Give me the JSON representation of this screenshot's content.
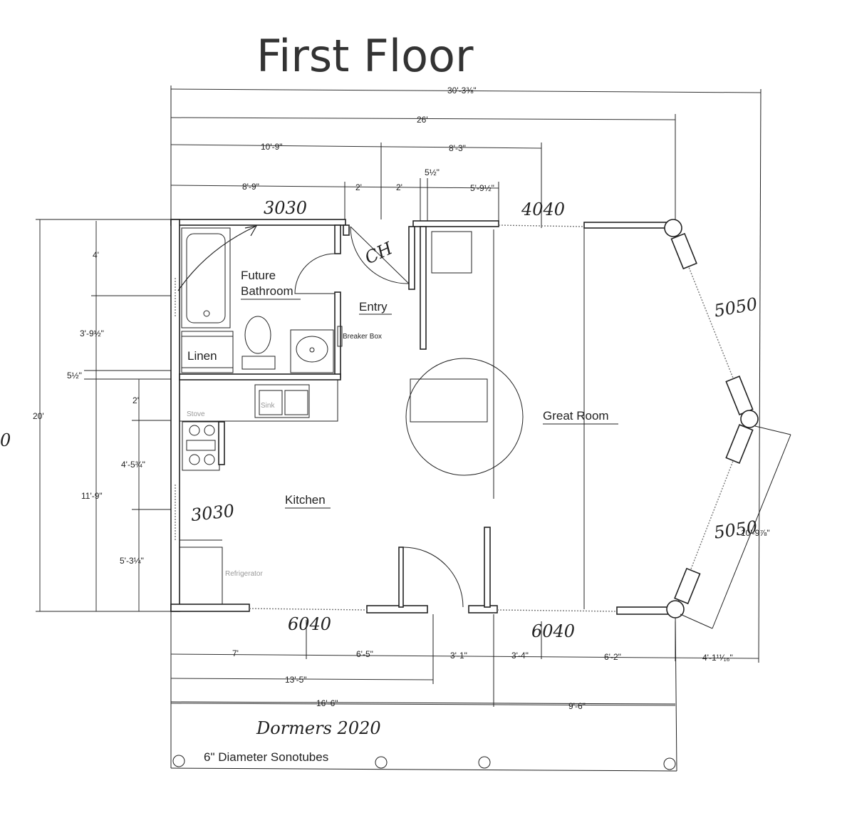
{
  "title": "First Floor",
  "dimensions": {
    "top": [
      "30'-3⅜\"",
      "26'",
      "10'-9\"",
      "8'-3\"",
      "5½\"",
      "8'-9\"",
      "2'",
      "2'",
      "5'-9½\""
    ],
    "left": [
      "4'",
      "3'-9½\"",
      "5½\"",
      "2'",
      "20'",
      "4'-5¾\"",
      "11'-9\"",
      "5'-3¼\""
    ],
    "bottom": [
      "7'",
      "6'-5\"",
      "3'-1\"",
      "3'-4\"",
      "6'-2\"",
      "4'-1¹¹⁄₁₆\"",
      "13'-5\"",
      "16'-6\"",
      "9'-6\""
    ],
    "right": "10'-9⅞\""
  },
  "rooms": {
    "future_bathroom_line1": "Future",
    "future_bathroom_line2": "Bathroom",
    "entry": "Entry",
    "breaker_box": "Breaker Box",
    "linen": "Linen",
    "great_room": "Great Room",
    "kitchen": "Kitchen",
    "stove": "Stove",
    "sink": "Sink",
    "refrigerator": "Refrigerator"
  },
  "handwritten": {
    "window_top_left": "3030",
    "window_top_right": "4040",
    "closet": "CH",
    "window_right_upper": "5050",
    "window_right_lower": "5050",
    "window_kitchen": "3030",
    "door_bottom_left": "6040",
    "door_bottom_right": "6040",
    "dormers": "Dormers 2020",
    "left_edge": "0"
  },
  "footer_note": "6\" Diameter Sonotubes"
}
